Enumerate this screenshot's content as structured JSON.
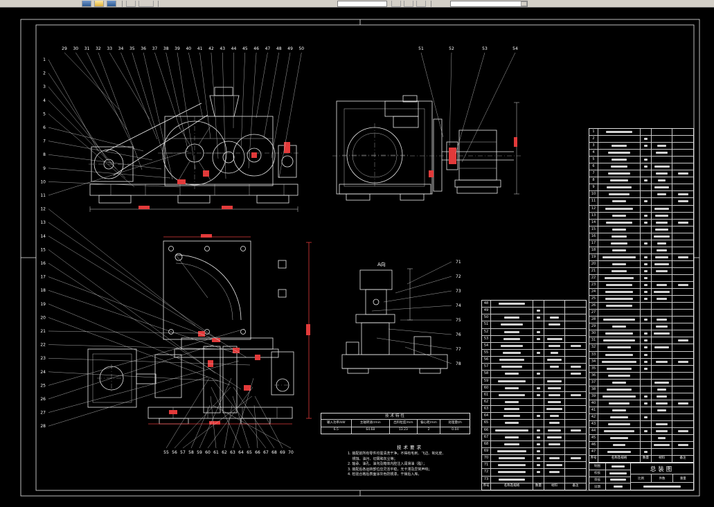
{
  "app": {
    "toolbar": {
      "icons": [
        "new-icon",
        "open-icon",
        "save-icon",
        "plot-icon",
        "undo-icon",
        "redo-icon",
        "zoom-icon",
        "pan-icon"
      ],
      "command_value": "",
      "layer_value": ""
    }
  },
  "drawing": {
    "view_labels": {
      "elevation": "A向"
    },
    "callouts": {
      "left": [
        "1",
        "2",
        "3",
        "4",
        "5",
        "6",
        "7",
        "8",
        "9",
        "10",
        "11",
        "12",
        "13",
        "14",
        "15",
        "16",
        "17",
        "18",
        "19",
        "20",
        "21",
        "22",
        "23",
        "24",
        "25",
        "26",
        "27",
        "28"
      ],
      "top": [
        "29",
        "30",
        "31",
        "32",
        "33",
        "34",
        "35",
        "36",
        "37",
        "38",
        "39",
        "40",
        "41",
        "42",
        "43",
        "44",
        "45",
        "46",
        "47",
        "48",
        "49",
        "50"
      ],
      "top_right": [
        "51",
        "52",
        "53",
        "54"
      ],
      "bottom": [
        "55",
        "56",
        "57",
        "58",
        "59",
        "60",
        "61",
        "62",
        "63",
        "64",
        "65",
        "66",
        "67",
        "68",
        "69",
        "70"
      ],
      "right": [
        "71",
        "72",
        "73",
        "74",
        "75",
        "76",
        "77",
        "78"
      ]
    },
    "tech_table": {
      "title": "技术特性",
      "headers": [
        "输入功率/kW",
        "主轴转速r/min",
        "出料粒度/mm",
        "偏心距/mm",
        "处理量t/h"
      ],
      "values": [
        "6.5",
        "64.68",
        "13.23",
        "2",
        "0.04"
      ]
    },
    "notes": {
      "title": "技术要求",
      "lines": [
        "1. 装配前所有零件均需清洗干净，不得有毛刺、飞边、氧化皮、",
        "　 锈蚀、油污、切屑和灰尘等；",
        "2. 轴承、油孔、油沟及箱体内腔注入润滑油（脂）；",
        "3. 装配后各运转部位应灵活平稳，无卡滞及异常声响；",
        "4. 检验合格后表面涂灰色防锈漆，干燥后入库。"
      ]
    },
    "bom": {
      "headers": [
        "序号",
        "名称及规格",
        "数量",
        "材料",
        "备注"
      ],
      "right_rows": [
        "1",
        "2",
        "3",
        "4",
        "5",
        "6",
        "7",
        "8",
        "9",
        "10",
        "11",
        "12",
        "13",
        "14",
        "15",
        "16",
        "17",
        "18",
        "19",
        "20",
        "21",
        "22",
        "23",
        "24",
        "25",
        "26",
        "27",
        "28",
        "29",
        "30",
        "31",
        "32",
        "33",
        "34",
        "35",
        "36",
        "37",
        "38",
        "39",
        "40",
        "41",
        "42",
        "43",
        "44",
        "45",
        "46",
        "47"
      ],
      "mid_rows": [
        "48",
        "49",
        "50",
        "51",
        "52",
        "53",
        "54",
        "55",
        "56",
        "57",
        "58",
        "59",
        "60",
        "61",
        "62",
        "63",
        "64",
        "65",
        "66",
        "67",
        "68",
        "69",
        "70",
        "71",
        "72",
        "73"
      ]
    },
    "title_block": {
      "title": "总装图",
      "fields": [
        "制图",
        "校核",
        "审核",
        "日期",
        "比例",
        "件数",
        "重量"
      ]
    }
  }
}
